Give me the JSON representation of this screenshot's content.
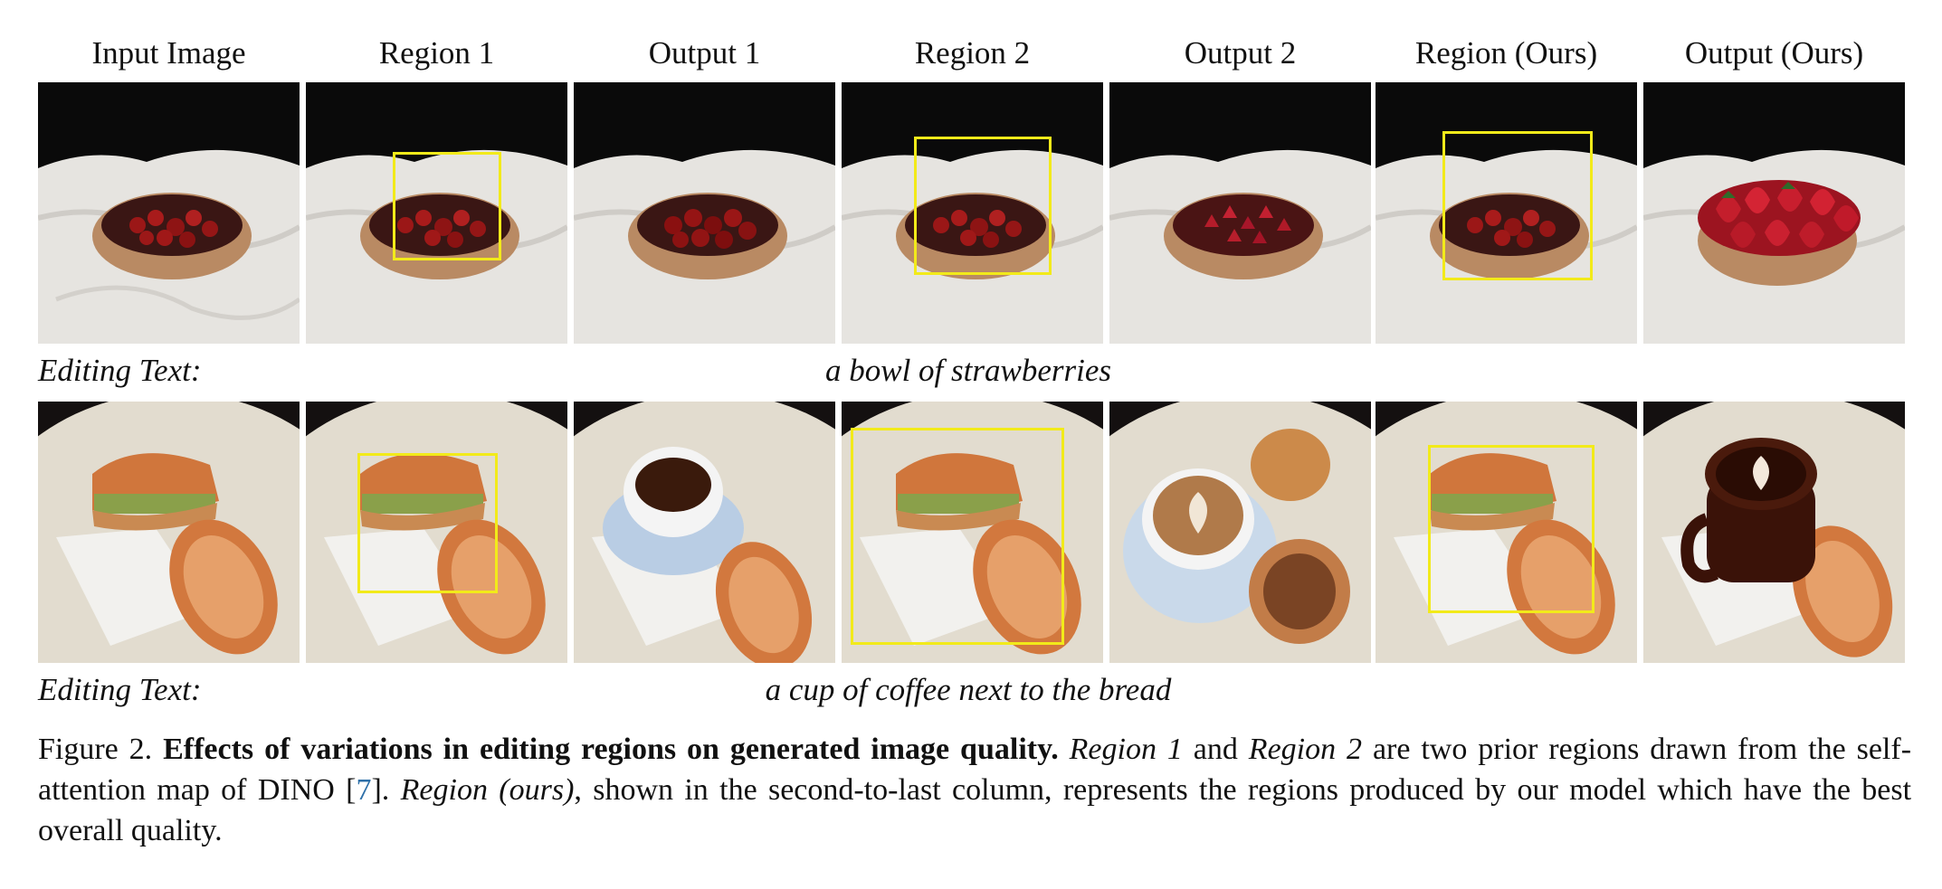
{
  "headers": [
    "Input Image",
    "Region 1",
    "Output 1",
    "Region 2",
    "Output 2",
    "Region (Ours)",
    "Output (Ours)"
  ],
  "rows": [
    {
      "editing_label": "Editing Text:",
      "editing_text": "a bowl of strawberries",
      "cells": [
        {
          "content": "bowl of cherries on white cloth",
          "region_box": false
        },
        {
          "content": "bowl of cherries with small region box",
          "region_box": true
        },
        {
          "content": "bowl of cherries (output)",
          "region_box": false
        },
        {
          "content": "bowl of cherries with larger region box",
          "region_box": true
        },
        {
          "content": "bowl of strawberry-like fruit (output)",
          "region_box": false
        },
        {
          "content": "bowl of cherries with our region box",
          "region_box": true
        },
        {
          "content": "bowl of strawberries (output)",
          "region_box": false
        }
      ]
    },
    {
      "editing_label": "Editing Text:",
      "editing_text": "a cup of coffee next to the bread",
      "cells": [
        {
          "content": "bread on round table with napkin",
          "region_box": false
        },
        {
          "content": "bread with small region box",
          "region_box": true
        },
        {
          "content": "cup of black coffee and bread (output)",
          "region_box": false
        },
        {
          "content": "bread with large region box",
          "region_box": true
        },
        {
          "content": "latte art coffee with rolls (output)",
          "region_box": false
        },
        {
          "content": "bread with our region box",
          "region_box": true
        },
        {
          "content": "latte art coffee next to bread (output)",
          "region_box": false
        }
      ]
    }
  ],
  "caption": {
    "figure_label": "Figure 2.",
    "bold_title": "Effects of variations in editing regions on generated image quality.",
    "r1": "Region 1",
    "and": "and",
    "r2": "Region 2",
    "mid1": "are two prior regions drawn from the self-attention map of DINO [",
    "cite": "7",
    "mid2": "].",
    "ours": "Region (ours)",
    "rest": ", shown in the second-to-last column, represents the regions produced by our model which have the best overall quality."
  },
  "colors": {
    "region_box": "#f2ea1a",
    "citation": "#2d6fa8"
  }
}
